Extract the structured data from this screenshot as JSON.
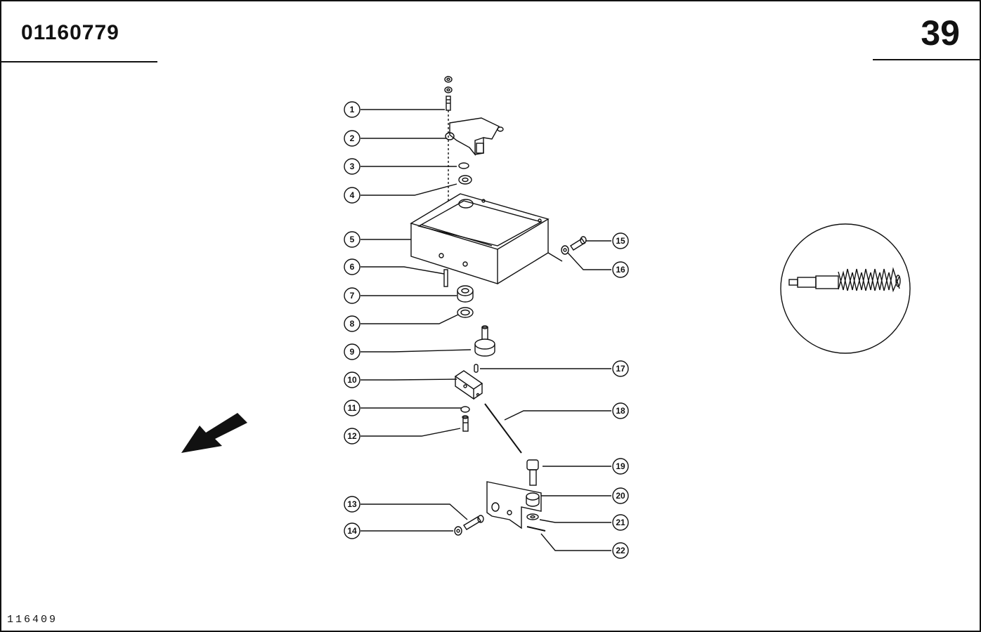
{
  "header": {
    "document_number": "01160779",
    "page_number": "39"
  },
  "footer": {
    "reference_code": "116409"
  },
  "callouts": [
    "1",
    "2",
    "3",
    "4",
    "5",
    "6",
    "7",
    "8",
    "9",
    "10",
    "11",
    "12",
    "13",
    "14",
    "15",
    "16",
    "17",
    "18",
    "19",
    "20",
    "21",
    "22"
  ],
  "icons": {
    "direction_arrow": "arrow-down-left-icon",
    "detail_inset": "spring-detail-icon"
  }
}
